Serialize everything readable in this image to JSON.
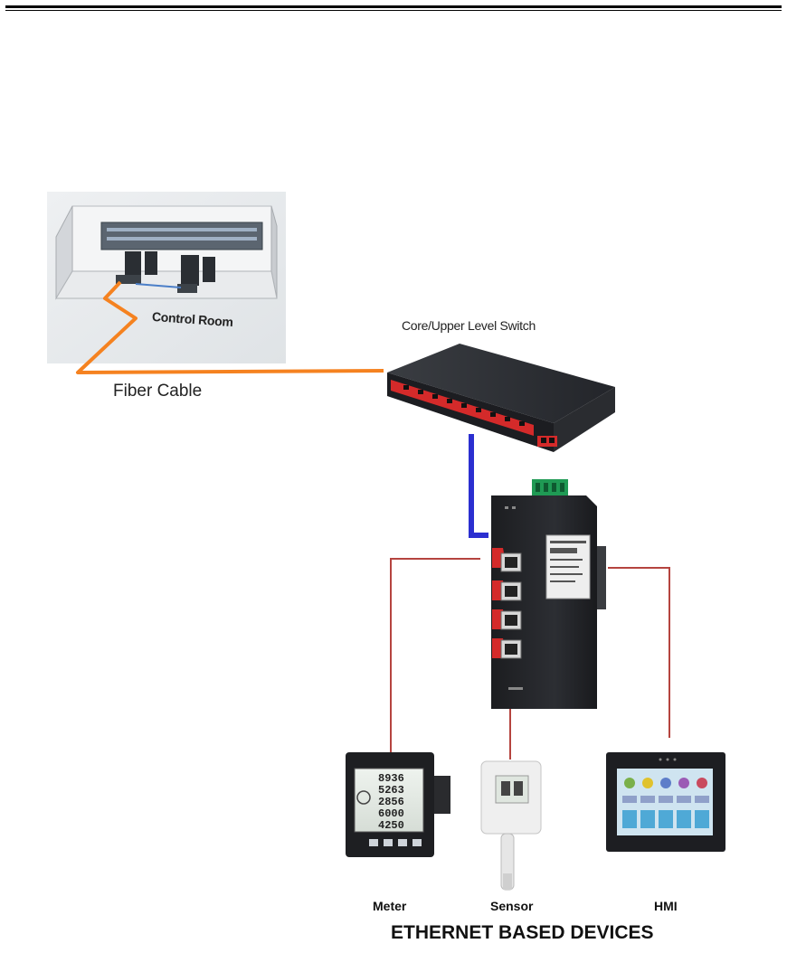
{
  "labels": {
    "control_room": "Control Room",
    "fiber_cable": "Fiber Cable",
    "core_switch": "Core/Upper Level Switch",
    "meter": "Meter",
    "sensor": "Sensor",
    "hmi": "HMI",
    "devices_group": "ETHERNET BASED DEVICES"
  },
  "meter_display": [
    "8936",
    "5263",
    "2856",
    "6000",
    "4250"
  ],
  "colors": {
    "fiber": "#f58220",
    "uplink": "#2b2fd0",
    "device_link": "#b5443f",
    "switch_accent": "#d42a2a"
  }
}
